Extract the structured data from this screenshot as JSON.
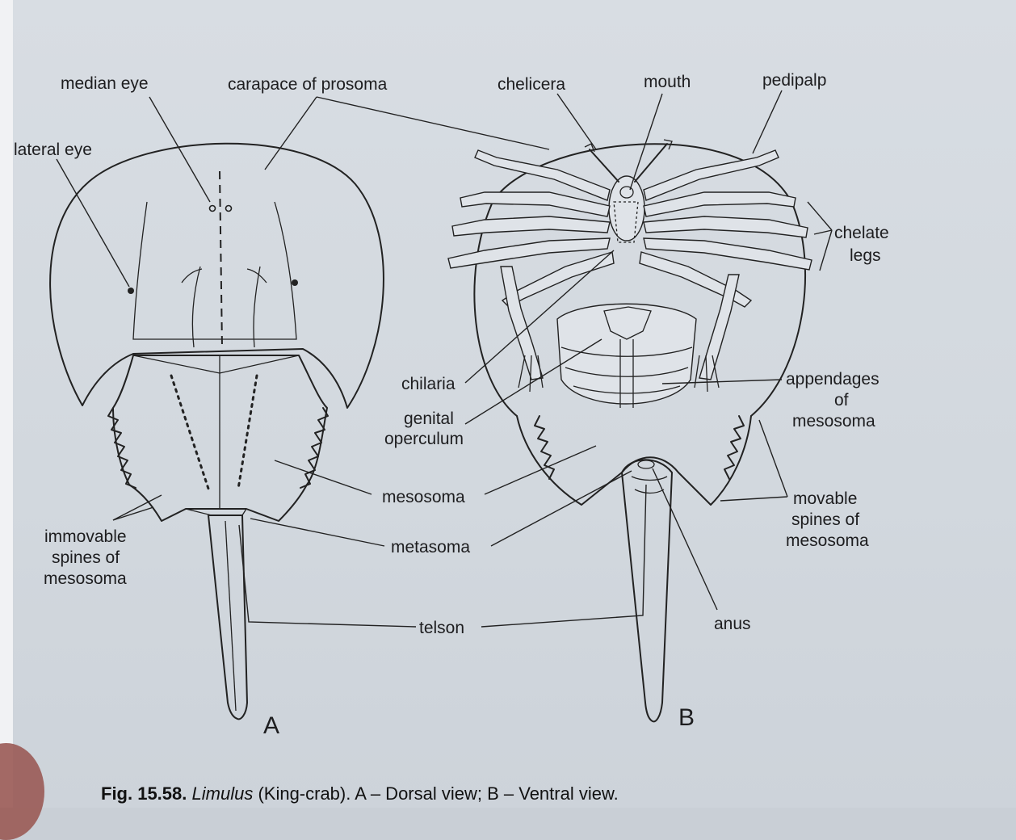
{
  "figure": {
    "labels": {
      "median_eye": "median eye",
      "carapace_of_prosoma": "carapace of prosoma",
      "lateral_eye": "lateral eye",
      "chelicera": "chelicera",
      "mouth": "mouth",
      "pedipalp": "pedipalp",
      "chelate_legs_1": "chelate",
      "chelate_legs_2": "legs",
      "chilaria": "chilaria",
      "genital_operculum_1": "genital",
      "genital_operculum_2": "operculum",
      "appendages_1": "appendages",
      "appendages_2": "of",
      "appendages_3": "mesosoma",
      "mesosoma": "mesosoma",
      "metasoma": "metasoma",
      "immovable_1": "immovable",
      "immovable_2": "spines of",
      "immovable_3": "mesosoma",
      "movable_1": "movable",
      "movable_2": "spines of",
      "movable_3": "mesosoma",
      "telson": "telson",
      "anus": "anus"
    },
    "view_letters": {
      "dorsal": "A",
      "ventral": "B"
    },
    "caption": {
      "number": "Fig. 15.58.",
      "genus": "Limulus",
      "rest": " (King-crab). A – Dorsal view; B – Ventral view."
    }
  }
}
